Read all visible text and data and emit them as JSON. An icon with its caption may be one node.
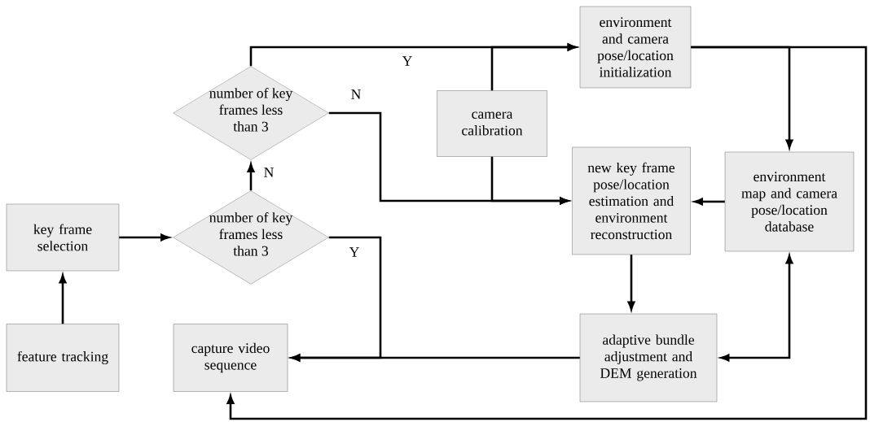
{
  "diagram": {
    "nodes": [
      {
        "text": [
          "key frame selection"
        ]
      },
      {
        "text": [
          "feature tracking"
        ]
      },
      {
        "text": [
          "number of key frames less than 3"
        ]
      },
      {
        "text": [
          "number of key frames less than 3"
        ]
      },
      {
        "text": [
          "capture video sequence"
        ]
      },
      {
        "text": [
          "environment and camera pose/location initialization"
        ]
      },
      {
        "text": [
          "camera calibration"
        ]
      },
      {
        "text": [
          "new key frame pose/location estimation and environment reconstruction"
        ]
      },
      {
        "text": [
          "environment map and camera pose/location database"
        ]
      },
      {
        "text": [
          "adaptive bundle adjustment and DEM generation"
        ]
      }
    ],
    "edges": [
      {
        "from": 1,
        "to": 0,
        "arrow": "to"
      },
      {
        "from": 0,
        "to": 2,
        "arrow": "to"
      },
      {
        "from": 2,
        "to": 3,
        "arrow": "to",
        "label": "N"
      },
      {
        "from": 3,
        "to": 5,
        "arrow": "to",
        "label": "Y"
      },
      {
        "from": 3,
        "to": 7,
        "arrow": "to",
        "label": "N"
      },
      {
        "from": 6,
        "to": 5,
        "arrow": "to"
      },
      {
        "from": 6,
        "to": 7,
        "arrow": "to"
      },
      {
        "from": 2,
        "to": 4,
        "arrow": "to",
        "label": "Y"
      },
      {
        "from": 9,
        "to": 4,
        "arrow": "to"
      },
      {
        "from": 7,
        "to": 9,
        "arrow": "to"
      },
      {
        "from": 8,
        "to": 7,
        "arrow": "to"
      },
      {
        "from": 5,
        "to": 8,
        "arrow": "to"
      },
      {
        "from": 9,
        "to": 8,
        "arrow": "both"
      },
      {
        "from": 5,
        "to": 4,
        "arrow": "to"
      }
    ]
  }
}
